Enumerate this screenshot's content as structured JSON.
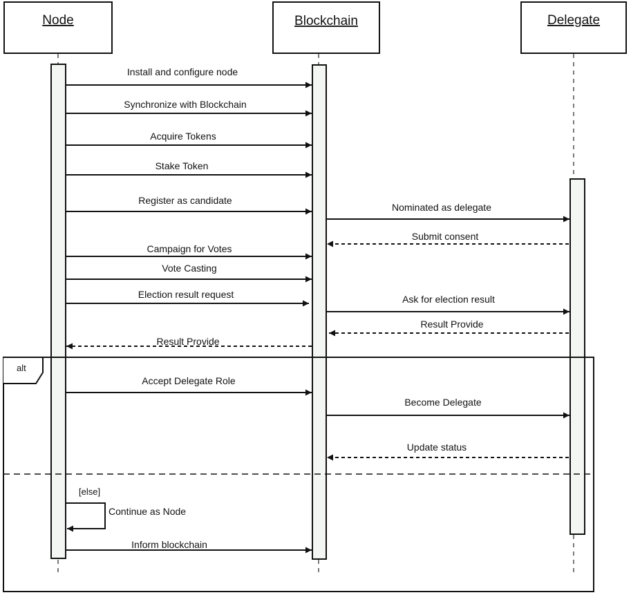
{
  "actors": [
    {
      "id": "node",
      "label": "Node"
    },
    {
      "id": "blockchain",
      "label": "Blockchain"
    },
    {
      "id": "delegate",
      "label": "Delegate"
    }
  ],
  "messages": [
    {
      "from": "node",
      "to": "blockchain",
      "label": "Install and configure node",
      "style": "solid"
    },
    {
      "from": "node",
      "to": "blockchain",
      "label": "Synchronize with Blockchain",
      "style": "solid"
    },
    {
      "from": "node",
      "to": "blockchain",
      "label": "Acquire Tokens",
      "style": "solid"
    },
    {
      "from": "node",
      "to": "blockchain",
      "label": "Stake Token",
      "style": "solid"
    },
    {
      "from": "node",
      "to": "blockchain",
      "label": "Register as candidate",
      "style": "solid"
    },
    {
      "from": "blockchain",
      "to": "delegate",
      "label": "Nominated as delegate",
      "style": "solid"
    },
    {
      "from": "delegate",
      "to": "blockchain",
      "label": "Submit consent",
      "style": "dashed"
    },
    {
      "from": "node",
      "to": "blockchain",
      "label": "Campaign for Votes",
      "style": "solid"
    },
    {
      "from": "node",
      "to": "blockchain",
      "label": "Vote Casting",
      "style": "solid"
    },
    {
      "from": "node",
      "to": "blockchain",
      "label": "Election result request",
      "style": "solid"
    },
    {
      "from": "blockchain",
      "to": "delegate",
      "label": "Ask for election result",
      "style": "solid"
    },
    {
      "from": "delegate",
      "to": "blockchain",
      "label": "Result Provide",
      "style": "dashed"
    },
    {
      "from": "blockchain",
      "to": "node",
      "label": "Result Provide",
      "style": "dashed"
    },
    {
      "from": "node",
      "to": "blockchain",
      "label": "Accept Delegate Role",
      "style": "solid"
    },
    {
      "from": "blockchain",
      "to": "delegate",
      "label": "Become Delegate",
      "style": "solid"
    },
    {
      "from": "delegate",
      "to": "blockchain",
      "label": "Update status",
      "style": "dashed"
    },
    {
      "from": "node",
      "to": "node",
      "label": "Continue as Node",
      "style": "solid"
    },
    {
      "from": "node",
      "to": "blockchain",
      "label": "Inform blockchain",
      "style": "solid"
    }
  ],
  "fragment": {
    "label": "alt",
    "guard_else": "[else]"
  }
}
